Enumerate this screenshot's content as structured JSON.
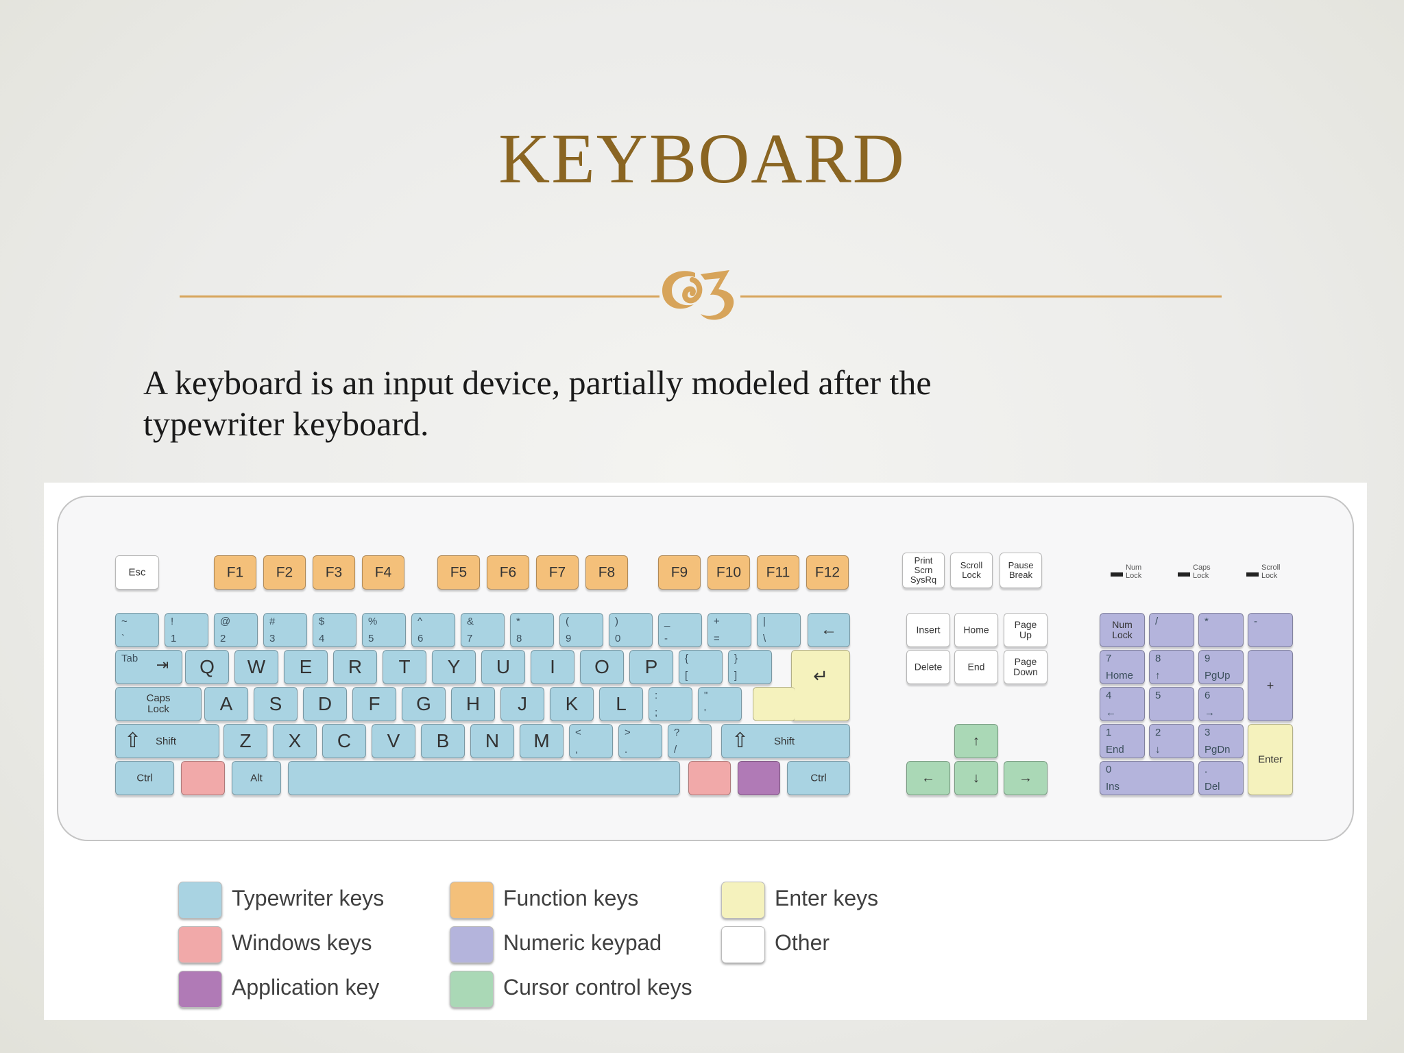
{
  "slide": {
    "title": "KEYBOARD",
    "ornament": "ornament-swash-icon",
    "paragraph_line1": "A keyboard is an input device, partially modeled after the",
    "paragraph_line2": "typewriter keyboard."
  },
  "colors": {
    "typewriter": "#a9d3e2",
    "function": "#f4c07a",
    "enter": "#f5f2bd",
    "windows": "#f1a9a9",
    "numeric": "#b4b4dc",
    "other": "#ffffff",
    "application": "#b07ab6",
    "cursor": "#aad8b6",
    "title": "#8a6522",
    "rule": "#d7a45a"
  },
  "keyboard": {
    "function_row": [
      "Esc",
      "F1",
      "F2",
      "F3",
      "F4",
      "F5",
      "F6",
      "F7",
      "F8",
      "F9",
      "F10",
      "F11",
      "F12"
    ],
    "system_keys": [
      [
        "Print",
        "Scrn",
        "SysRq"
      ],
      [
        "Scroll",
        "Lock"
      ],
      [
        "Pause",
        "Break"
      ]
    ],
    "indicators": [
      [
        "Num",
        "Lock"
      ],
      [
        "Caps",
        "Lock"
      ],
      [
        "Scroll",
        "Lock"
      ]
    ],
    "number_row": [
      [
        "~",
        "`"
      ],
      [
        "!",
        "1"
      ],
      [
        "@",
        "2"
      ],
      [
        "#",
        "3"
      ],
      [
        "$",
        "4"
      ],
      [
        "%",
        "5"
      ],
      [
        "^",
        "6"
      ],
      [
        "&",
        "7"
      ],
      [
        "*",
        "8"
      ],
      [
        "(",
        "9"
      ],
      [
        ")",
        "0"
      ],
      [
        "_",
        "-"
      ],
      [
        "+",
        "="
      ],
      [
        "|",
        "\\"
      ]
    ],
    "backspace": "←",
    "tab": "Tab",
    "qwerty_row": [
      "Q",
      "W",
      "E",
      "R",
      "T",
      "Y",
      "U",
      "I",
      "O",
      "P"
    ],
    "bracket_keys": [
      [
        "{",
        "["
      ],
      [
        "}",
        "]"
      ]
    ],
    "caps": [
      "Caps",
      "Lock"
    ],
    "home_row": [
      "A",
      "S",
      "D",
      "F",
      "G",
      "H",
      "J",
      "K",
      "L"
    ],
    "punct_keys": [
      [
        ":",
        ";"
      ],
      [
        "\"",
        "'"
      ]
    ],
    "shift": "Shift",
    "bottom_letters": [
      "Z",
      "X",
      "C",
      "V",
      "B",
      "N",
      "M"
    ],
    "bottom_punct": [
      [
        "<",
        ","
      ],
      [
        ">",
        "."
      ],
      [
        "?",
        "/"
      ]
    ],
    "ctrl": "Ctrl",
    "alt": "Alt",
    "nav_keys": [
      [
        "Insert"
      ],
      [
        "Home"
      ],
      [
        "Page",
        "Up"
      ],
      [
        "Delete"
      ],
      [
        "End"
      ],
      [
        "Page",
        "Down"
      ]
    ],
    "arrows": [
      "↑",
      "←",
      "↓",
      "→"
    ],
    "numpad": {
      "num_lock": [
        "Num",
        "Lock"
      ],
      "slash": "/",
      "star": "*",
      "minus": "-",
      "plus": "+",
      "enter": "Enter",
      "keys": [
        [
          "7",
          "Home"
        ],
        [
          "8",
          "↑"
        ],
        [
          "9",
          "PgUp"
        ],
        [
          "4",
          "←"
        ],
        [
          "5",
          ""
        ],
        [
          "6",
          "→"
        ],
        [
          "1",
          "End"
        ],
        [
          "2",
          "↓"
        ],
        [
          "3",
          "PgDn"
        ]
      ],
      "zero": [
        "0",
        "Ins"
      ],
      "dot": [
        ".",
        "Del"
      ]
    }
  },
  "legend": [
    {
      "label": "Typewriter keys",
      "color_key": "typewriter"
    },
    {
      "label": "Windows keys",
      "color_key": "windows"
    },
    {
      "label": "Application key",
      "color_key": "application"
    },
    {
      "label": "Function keys",
      "color_key": "function"
    },
    {
      "label": "Numeric keypad",
      "color_key": "numeric"
    },
    {
      "label": "Cursor control keys",
      "color_key": "cursor"
    },
    {
      "label": "Enter keys",
      "color_key": "enter"
    },
    {
      "label": "Other",
      "color_key": "other"
    }
  ]
}
